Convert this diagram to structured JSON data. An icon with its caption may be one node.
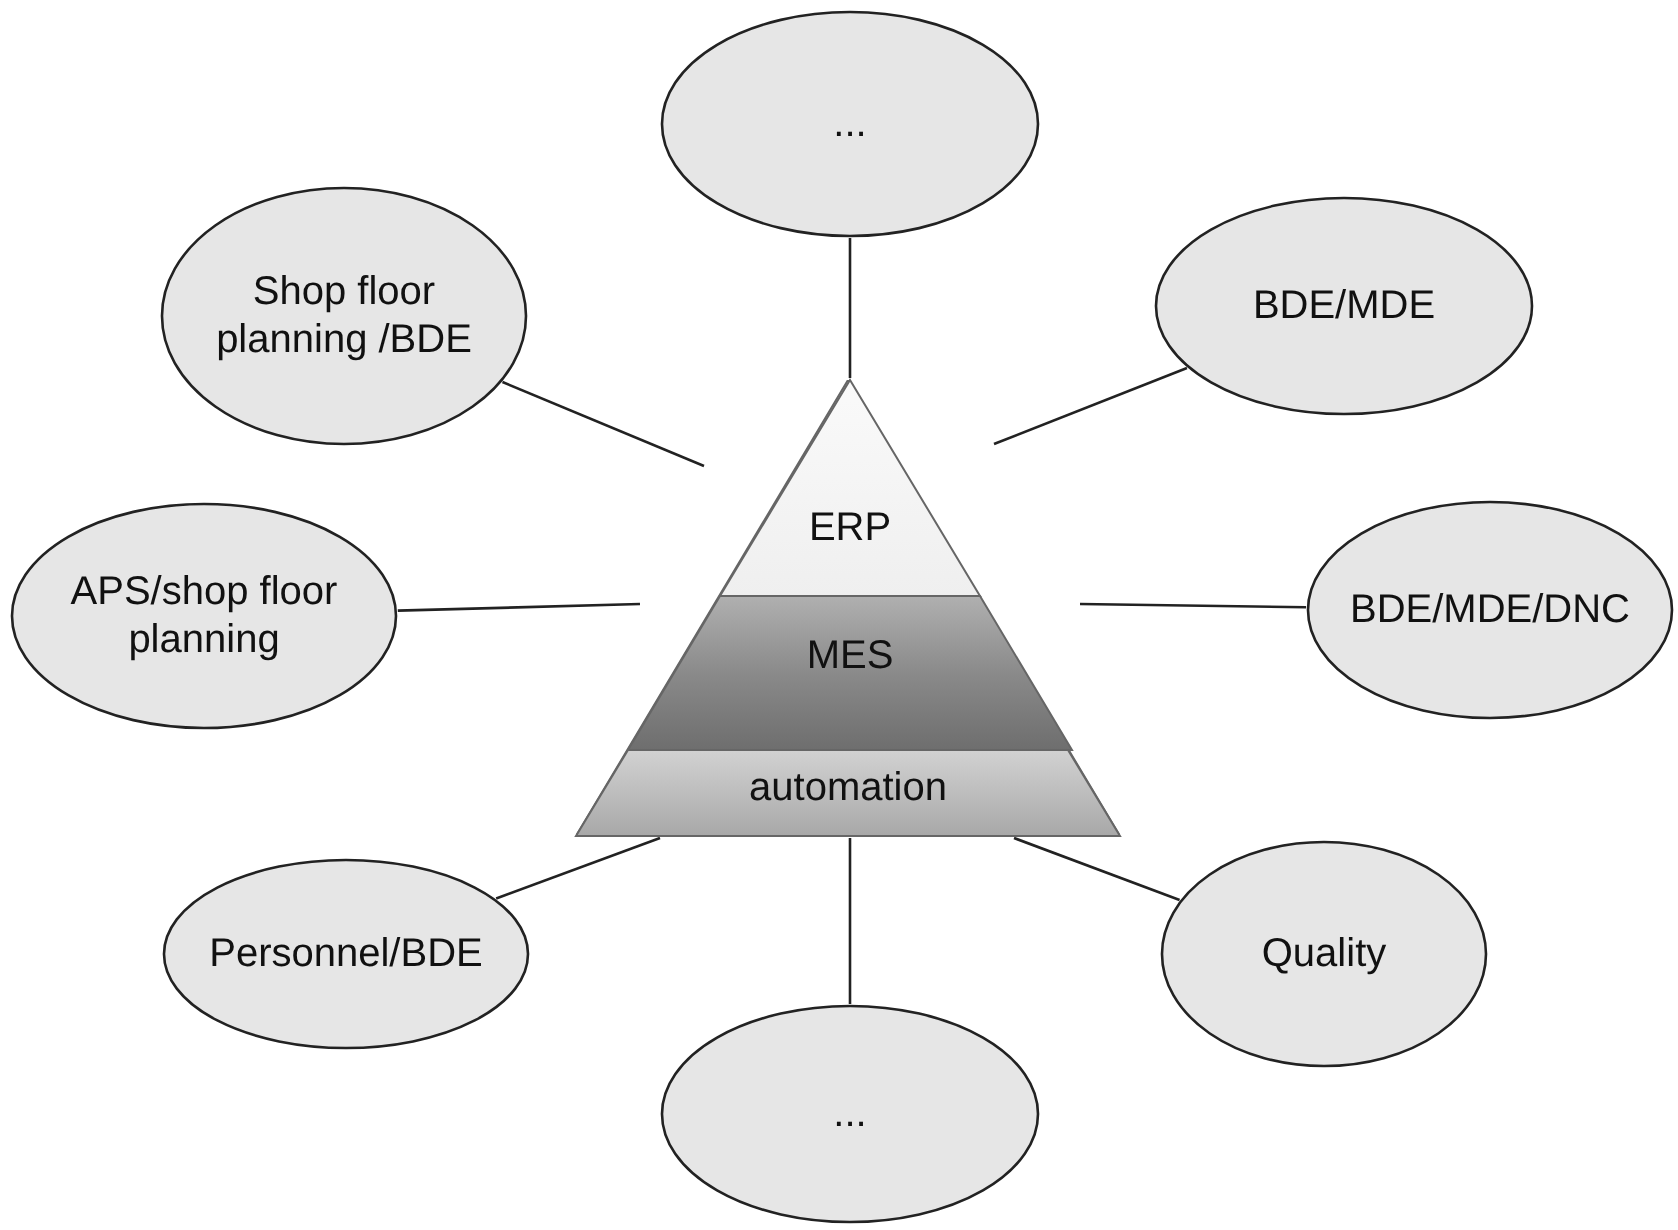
{
  "diagram": {
    "nodes": [
      {
        "text": [
          "..."
        ]
      },
      {
        "text": [
          "Shop floor planning /BDE"
        ]
      },
      {
        "text": [
          "BDE/MDE"
        ]
      },
      {
        "text": [],
        "shape": "triangle"
      },
      {
        "text": [
          "ERP"
        ],
        "in": 3
      },
      {
        "text": [
          "MES"
        ],
        "in": 3
      },
      {
        "text": [
          "automation"
        ],
        "in": 3
      },
      {
        "text": [
          "APS/shop floor planning"
        ]
      },
      {
        "text": [
          "BDE/MDE/DNC"
        ]
      },
      {
        "text": [
          "Personnel/BDE"
        ]
      },
      {
        "text": [
          "Quality"
        ]
      },
      {
        "text": [
          "..."
        ]
      }
    ],
    "edges": [
      {
        "from": 0,
        "to": 3,
        "arrow": "none"
      },
      {
        "from": 1,
        "to": 3,
        "arrow": "none"
      },
      {
        "from": 2,
        "to": 3,
        "arrow": "none"
      },
      {
        "from": 7,
        "to": 3,
        "arrow": "none"
      },
      {
        "from": 8,
        "to": 3,
        "arrow": "none"
      },
      {
        "from": 9,
        "to": 3,
        "arrow": "none"
      },
      {
        "from": 10,
        "to": 3,
        "arrow": "none"
      },
      {
        "from": 11,
        "to": 3,
        "arrow": "none"
      }
    ]
  }
}
